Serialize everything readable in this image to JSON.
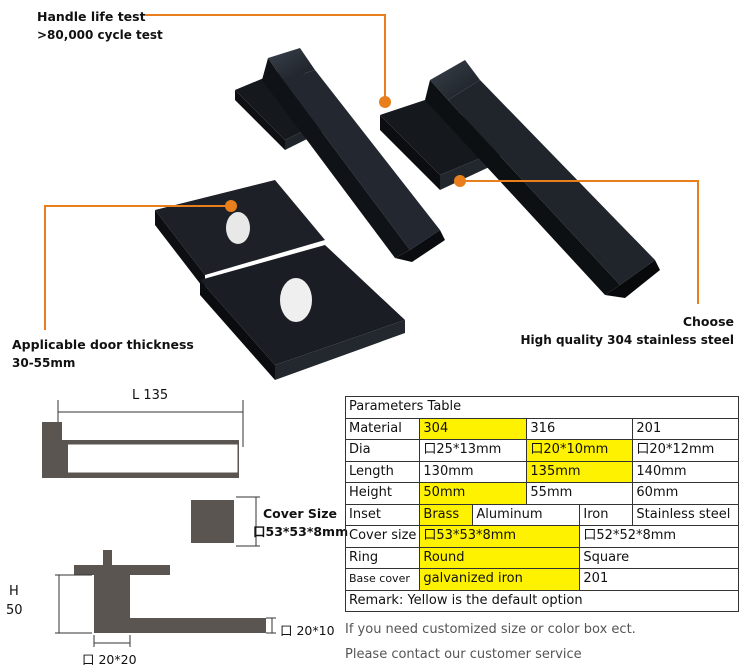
{
  "callouts": {
    "handle": {
      "title": "Handle life test",
      "sub": ">80,000 cycle test"
    },
    "door": {
      "title": "Applicable door thickness",
      "sub": "30-55mm"
    },
    "material": {
      "title": "Choose",
      "sub": "High quality 304 stainless steel"
    }
  },
  "diagram": {
    "length_label": "L  135",
    "cover_title": "Cover Size",
    "cover_value": "口53*53*8mm",
    "h_label": "H",
    "h_value": "50",
    "right_dim": "口 20*10",
    "bottom_dim": "口 20*20"
  },
  "table": {
    "title": "Parameters Table",
    "rows": [
      {
        "label": "Material",
        "cells": [
          "304",
          "316",
          "201"
        ]
      },
      {
        "label": "Dia",
        "cells": [
          "口25*13mm",
          "口20*10mm",
          "口20*12mm"
        ]
      },
      {
        "label": "Length",
        "cells": [
          "130mm",
          "135mm",
          "140mm"
        ]
      },
      {
        "label": "Height",
        "cells": [
          "50mm",
          "55mm",
          "60mm"
        ]
      },
      {
        "label": "Inset",
        "cells": [
          "Brass",
          "Aluminum",
          "Iron",
          "Stainless steel"
        ]
      },
      {
        "label": "Cover size",
        "cells": [
          "口53*53*8mm",
          "口52*52*8mm"
        ]
      },
      {
        "label": "Ring",
        "cells": [
          "Round",
          "Square"
        ]
      },
      {
        "label": "Base cover",
        "cells": [
          "galvanized iron",
          "201"
        ]
      }
    ],
    "remark": "Remark: Yellow is the default option"
  },
  "footnotes": [
    "If you need customized size or color box ect.",
    "Please contact our customer service"
  ],
  "colors": {
    "accent": "#e87f1c",
    "highlight": "#fff200",
    "product": "#1b1f26",
    "diagram": "#5b5551"
  }
}
